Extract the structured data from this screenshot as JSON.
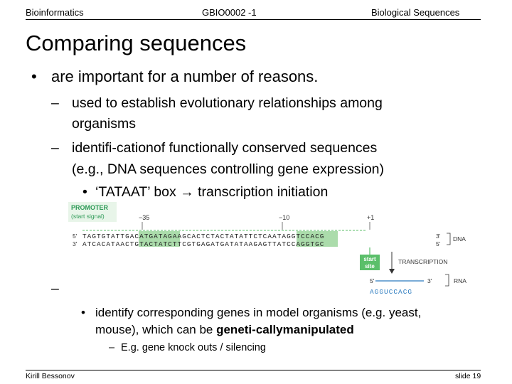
{
  "header": {
    "left": "Bioinformatics",
    "center": "GBIO0002 -1",
    "right": "Biological Sequences"
  },
  "title": "Comparing sequences",
  "bullets": {
    "b1": "are important for a number of reasons.",
    "b1_1": "used to establish evolutionary relationships among",
    "b1_1_cont": "organisms",
    "b1_2": "identifi-cationof functionally conserved sequences",
    "b1_2_cont": "(e.g., DNA sequences controlling gene expression)",
    "b1_2_1_pre": "‘TATAAT’ box",
    "b1_2_1_post": "transcription initiation",
    "b1_3_pre": "identify corresponding genes in model organisms (e.g. yeast,",
    "b1_3_cont": "mouse), which can be ",
    "b1_3_bold": "geneti-callymanipulated",
    "b1_3_1": "E.g. gene knock outs / silencing"
  },
  "figure": {
    "promoter_label": "PROMOTER",
    "promoter_sub": "(start signal)",
    "pos_m35": "−35",
    "pos_m10": "−10",
    "pos_p1": "+1",
    "five_prime": "5'",
    "three_prime": "3'",
    "seq_top": "TAGTGTATTGACATGATAGAAGCACTCTACTATATTCTCAATAGGTCCACG",
    "seq_bottom": "ATCACATAACTGTACTATCTTCGTGAGATGATATAAGAGTTATCCAGGTGC",
    "dna_label": "DNA",
    "start_site_1": "start",
    "start_site_2": "site",
    "transcription_label": "TRANSCRIPTION",
    "rna_seq": "AGGUCCACG",
    "rna_label": "RNA",
    "colors": {
      "accent_green": "#2e9a57",
      "highlight_green": "#8fd08f",
      "box_green": "#5bbf6a",
      "rna_blue": "#2b7bbf"
    }
  },
  "footer": {
    "author": "Kirill Bessonov",
    "slide": "slide 19"
  }
}
